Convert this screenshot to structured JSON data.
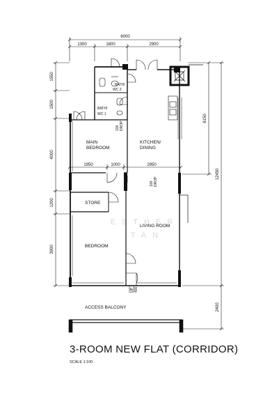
{
  "dimensions": {
    "overall_width": "6000",
    "top": [
      "1300",
      "1800",
      "2900"
    ],
    "mid": [
      "1950",
      "1000",
      "2950"
    ],
    "left": [
      "1550",
      "1500",
      "4000",
      "1200",
      "3900"
    ],
    "right": [
      "6150",
      "12450",
      "2400"
    ]
  },
  "rooms": {
    "bath2_line1": "BATH/",
    "bath2_line2": "WC 2",
    "bath1_line1": "BATH/",
    "bath1_line2": "WC 1",
    "drop1_line1": "100",
    "drop1_line2": "DROP",
    "kitchen_line1": "KITCHEN/",
    "kitchen_line2": "DINING",
    "main_bedroom_line1": "MAIN",
    "main_bedroom_line2": "BEDROOM",
    "drop2_line1": "100",
    "drop2_line2": "DROP",
    "store": "STORE",
    "living_room": "LIVING ROOM",
    "bedroom": "BEDROOM",
    "up_line1": "UP",
    "up_line2": "400",
    "access_balcony": "ACCESS BALCONY"
  },
  "watermark": {
    "line1": "ESTHER",
    "line2": "TAN"
  },
  "title": "3-ROOM NEW FLAT (CORRIDOR)",
  "scale": "SCALE 1:100"
}
